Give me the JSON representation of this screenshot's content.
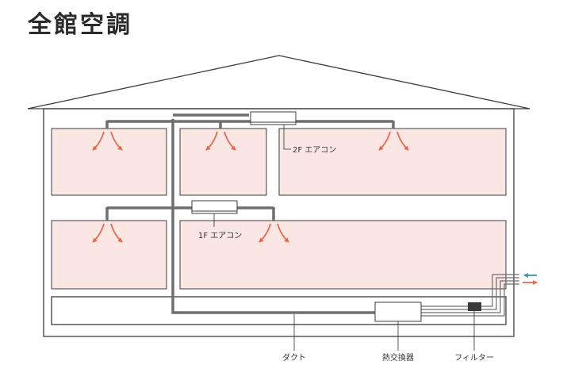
{
  "title": "全館空調",
  "labels": {
    "ac_2f": "2F エアコン",
    "ac_1f": "1F エアコン",
    "duct": "ダクト",
    "heat_exchanger": "熱交換器",
    "filter": "フィルター"
  },
  "colors": {
    "room_fill": "#fae6e3",
    "arrow_warm": "#e46a50",
    "arrow_cool": "#3a9aa0",
    "duct": "#6f6f6f",
    "outline": "#3c3c3c"
  }
}
